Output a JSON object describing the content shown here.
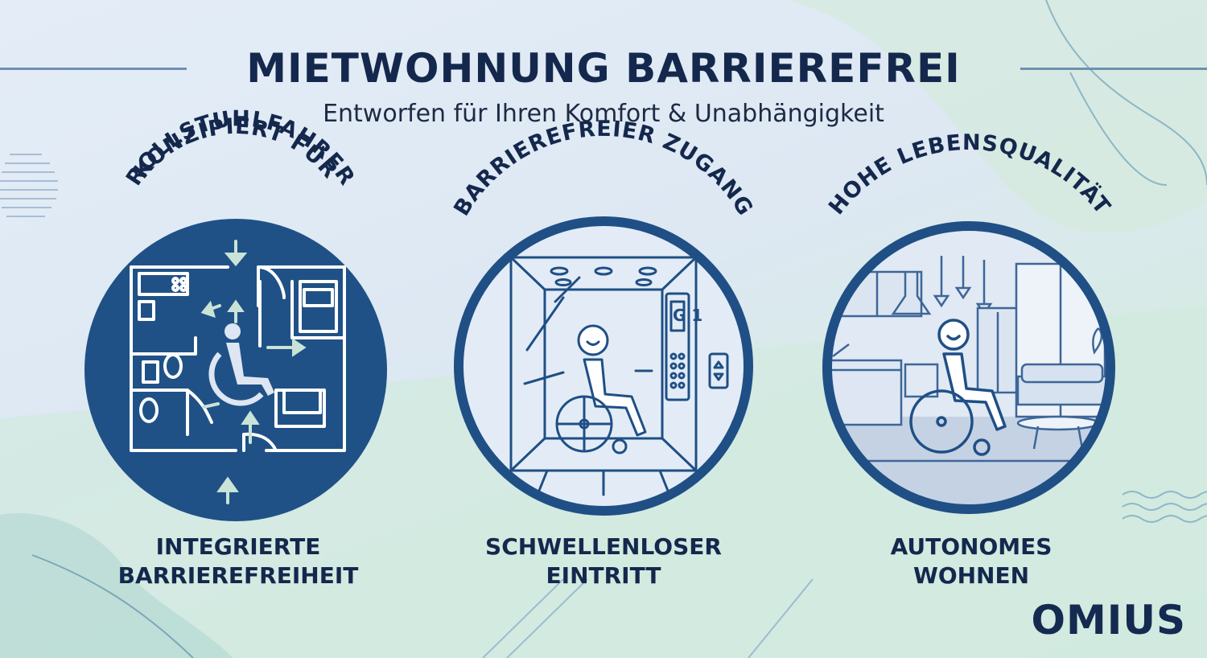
{
  "header": {
    "title": "MIETWOHNUNG BARRIEREFREI",
    "subtitle": "Entworfen für Ihren Komfort & Unabhängigkeit"
  },
  "features": [
    {
      "arc_line1": "KONZIPIERT FÜR",
      "arc_line2": "ROLLSTUHLFAHRER",
      "label_line1": "INTEGRIERTE",
      "label_line2": "BARRIEREFREIHEIT",
      "illustration": "floor-plan-wheelchair"
    },
    {
      "arc_line1": "BARRIEREFREIER ZUGANG",
      "label_line1": "SCHWELLENLOSER",
      "label_line2": "EINTRITT",
      "illustration": "elevator-wheelchair",
      "elevator_display": "G 1"
    },
    {
      "arc_line1": "HOHE LEBENSQUALITÄT",
      "label_line1": "AUTONOMES",
      "label_line2": "WOHNEN",
      "illustration": "living-room-wheelchair"
    }
  ],
  "brand": {
    "logo": "OMIUS"
  },
  "colors": {
    "navy": "#1f4f85",
    "dark_text": "#14284d",
    "light_fill": "#dbe7f3",
    "accent_green": "#cfe8de"
  }
}
